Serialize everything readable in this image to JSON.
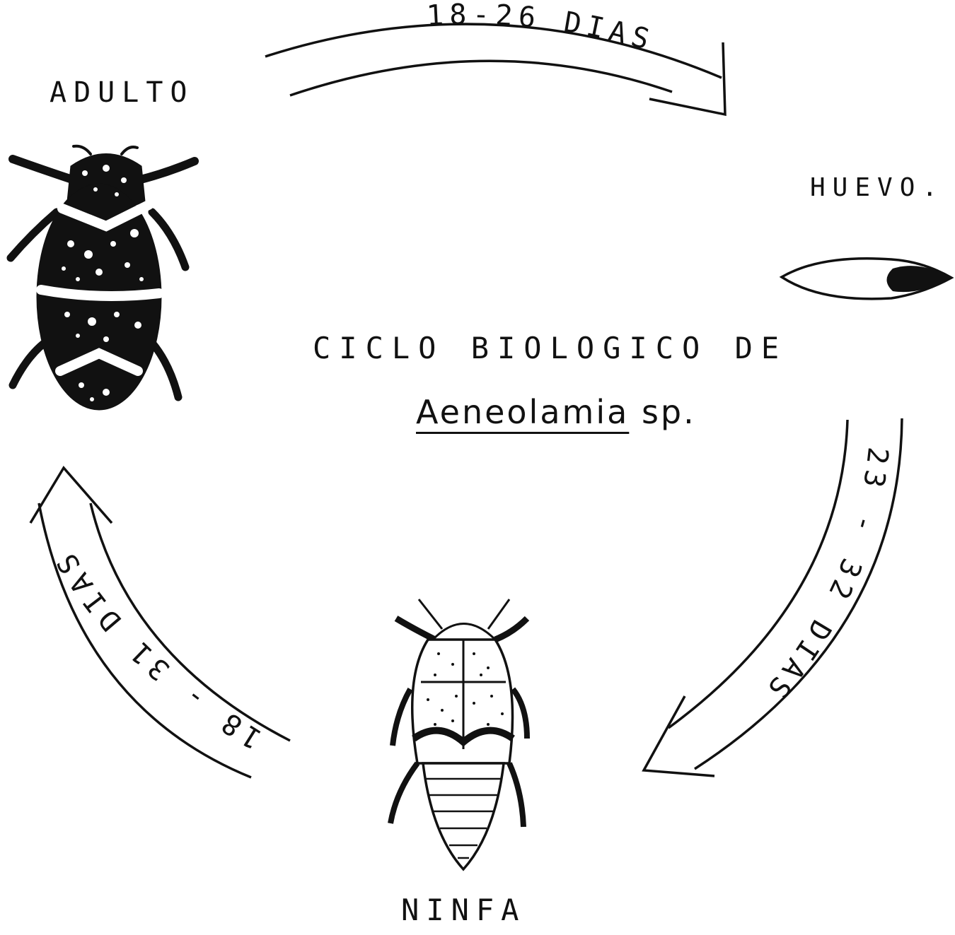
{
  "title": {
    "line1": "CICLO BIOLOGICO DE",
    "genus": "Aeneolamia",
    "species_suffix": "sp."
  },
  "stages": {
    "adult": "ADULTO",
    "egg": "HUEVO.",
    "nymph": "NINFA"
  },
  "transitions": {
    "adult_to_egg": "18-26 DIAS",
    "egg_to_nymph": "23 - 32 DIAS",
    "nymph_to_adult": "18 - 31 DIAS"
  }
}
